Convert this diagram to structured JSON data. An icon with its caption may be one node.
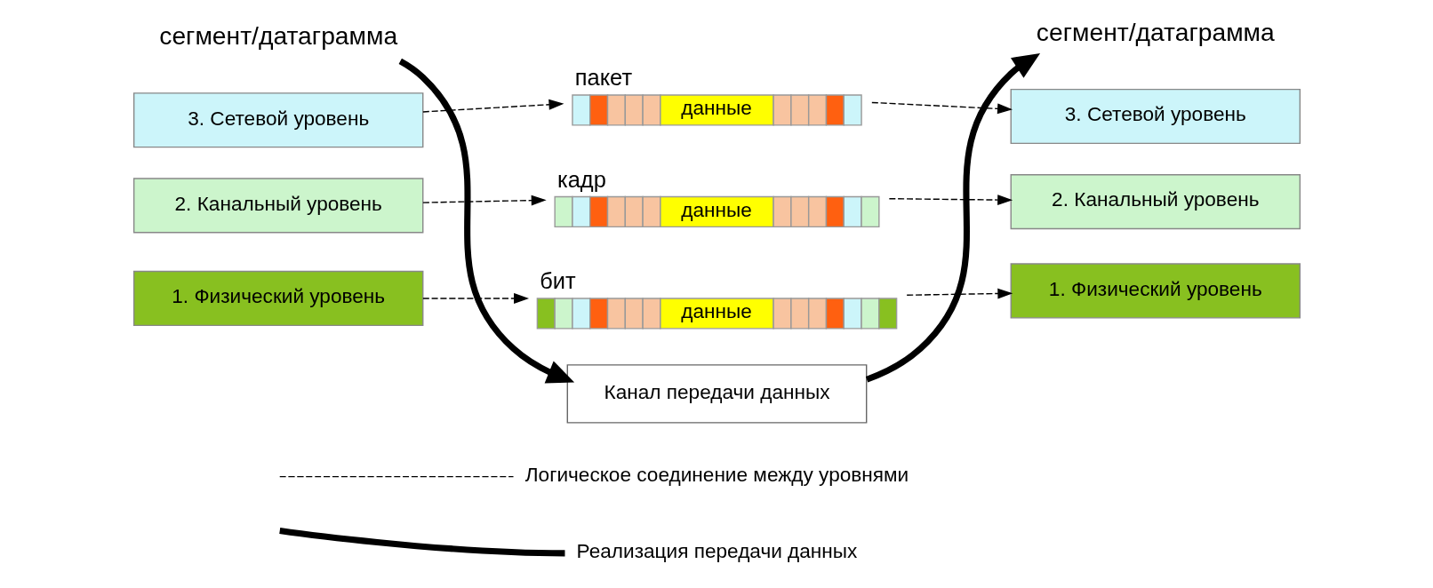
{
  "diagram": {
    "nodes": [
      {
        "text": [
          "сегмент/датаграмма"
        ]
      },
      {
        "text": [
          "сегмент/датаграмма"
        ]
      },
      {
        "text": [
          "3. Сетевой уровень"
        ]
      },
      {
        "text": [
          "2. Канальный уровень"
        ]
      },
      {
        "text": [
          "1. Физический уровень"
        ]
      },
      {
        "text": [
          "данные"
        ],
        "beside": [
          "пакет"
        ]
      },
      {
        "text": [
          "данные"
        ],
        "beside": [
          "кадр"
        ]
      },
      {
        "text": [
          "данные"
        ],
        "beside": [
          "бит"
        ]
      },
      {
        "text": [
          "3. Сетевой уровень"
        ]
      },
      {
        "text": [
          "2. Канальный уровень"
        ]
      },
      {
        "text": [
          "1. Физический уровень"
        ]
      },
      {
        "text": [
          "Канал передачи данных"
        ]
      }
    ],
    "edges": [
      {
        "from": 2,
        "to": 5,
        "arrow": "to",
        "style": "dashed"
      },
      {
        "from": 5,
        "to": 8,
        "arrow": "to",
        "style": "dashed"
      },
      {
        "from": 3,
        "to": 6,
        "arrow": "to",
        "style": "dashed"
      },
      {
        "from": 6,
        "to": 9,
        "arrow": "to",
        "style": "dashed"
      },
      {
        "from": 4,
        "to": 7,
        "arrow": "to",
        "style": "dashed"
      },
      {
        "from": 7,
        "to": 10,
        "arrow": "to",
        "style": "dashed"
      },
      {
        "from": 0,
        "to": 11,
        "arrow": "to",
        "style": "thick"
      },
      {
        "from": 11,
        "to": 1,
        "arrow": "to",
        "style": "thick"
      }
    ],
    "legend": [
      {
        "text": "Логическое соединение между уровнями"
      },
      {
        "text": "Реализация передачи данных"
      }
    ]
  }
}
